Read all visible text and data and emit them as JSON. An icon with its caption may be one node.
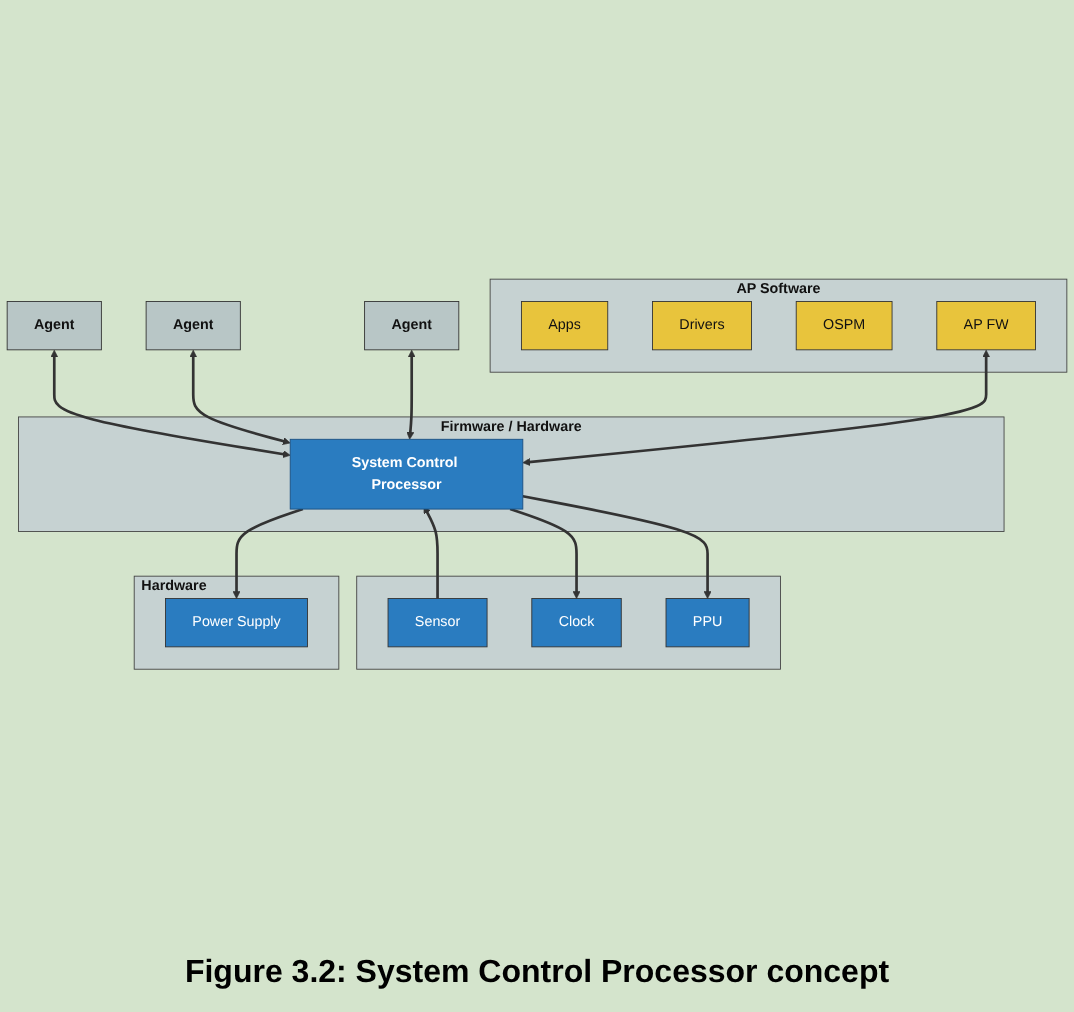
{
  "diagram": {
    "caption": "Figure 3.2: System Control Processor concept",
    "nodes": [
      {
        "text": [
          "Agent"
        ]
      },
      {
        "text": [
          "Agent"
        ]
      },
      {
        "text": [
          "Agent"
        ]
      },
      {
        "text": [
          "AP Software"
        ]
      },
      {
        "text": [
          "Apps"
        ],
        "in": 3
      },
      {
        "text": [
          "Drivers"
        ],
        "in": 3
      },
      {
        "text": [
          "OSPM"
        ],
        "in": 3
      },
      {
        "text": [
          "AP FW"
        ],
        "in": 3
      },
      {
        "text": [
          "Firmware / Hardware"
        ]
      },
      {
        "text": [
          "System Control Processor"
        ],
        "in": 8
      },
      {
        "text": [],
        "shape": "box"
      },
      {
        "text": [
          "Sensor"
        ],
        "in": 10
      },
      {
        "text": [
          "Clock"
        ],
        "in": 10
      },
      {
        "text": [
          "PPU"
        ],
        "in": 10
      },
      {
        "text": [
          "Hardware"
        ]
      },
      {
        "text": [
          "Power Supply"
        ],
        "in": 14
      }
    ],
    "edges": [
      {
        "from": 0,
        "to": 9,
        "arrow": "both"
      },
      {
        "from": 1,
        "to": 9,
        "arrow": "both"
      },
      {
        "from": 2,
        "to": 9,
        "arrow": "both"
      },
      {
        "from": 7,
        "to": 9,
        "arrow": "both"
      },
      {
        "from": 11,
        "to": 9,
        "arrow": "to"
      },
      {
        "from": 9,
        "to": 12,
        "arrow": "to"
      },
      {
        "from": 9,
        "to": 13,
        "arrow": "to"
      },
      {
        "from": 9,
        "to": 15,
        "arrow": "to"
      }
    ]
  }
}
